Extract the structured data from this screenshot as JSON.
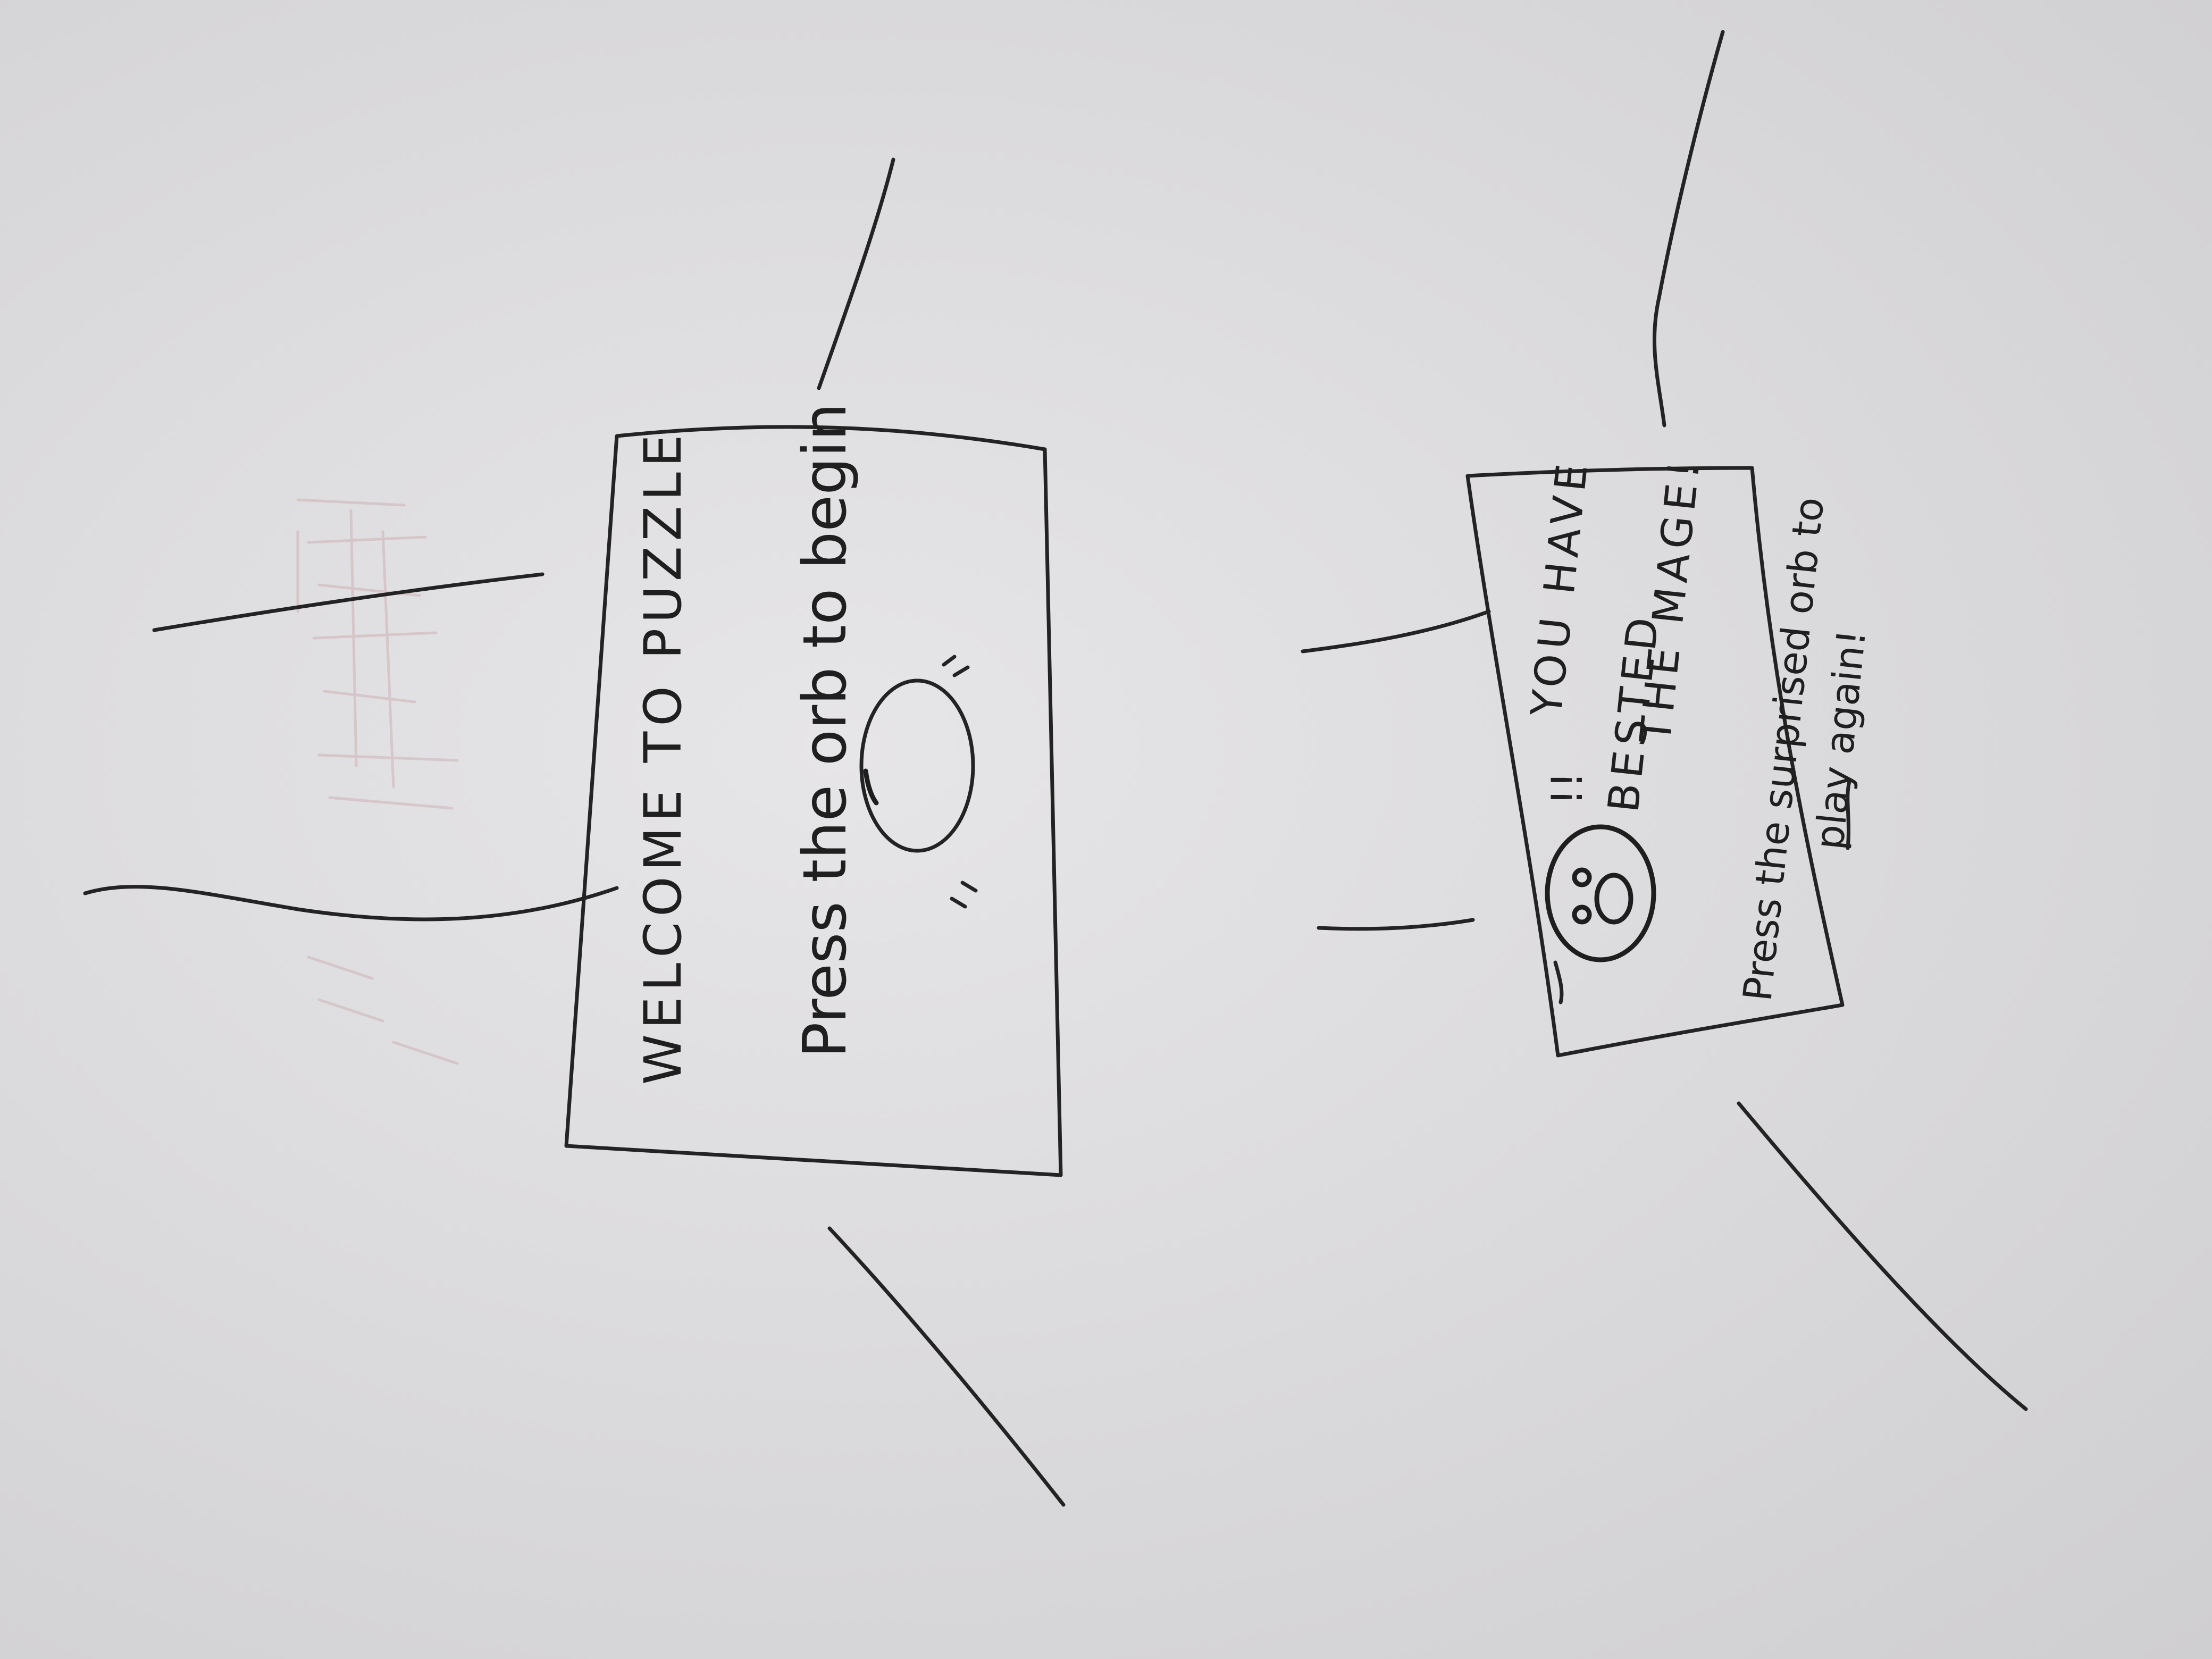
{
  "sketch": {
    "start_screen": {
      "title": "WELCOME TO PUZZLE",
      "instruction": "Press the orb to begin",
      "orb_icon": "circle-orb"
    },
    "end_screen": {
      "line1": "YOU HAVE",
      "line2": "BESTED",
      "line3": "THE MAGE!",
      "line4": "Press the surprised orb to",
      "line5": "play again!",
      "face_icon": "surprised-face-orb",
      "exclaim": "!!"
    },
    "colors": {
      "paper": "#dcdbdd",
      "ink": "#232323"
    }
  }
}
